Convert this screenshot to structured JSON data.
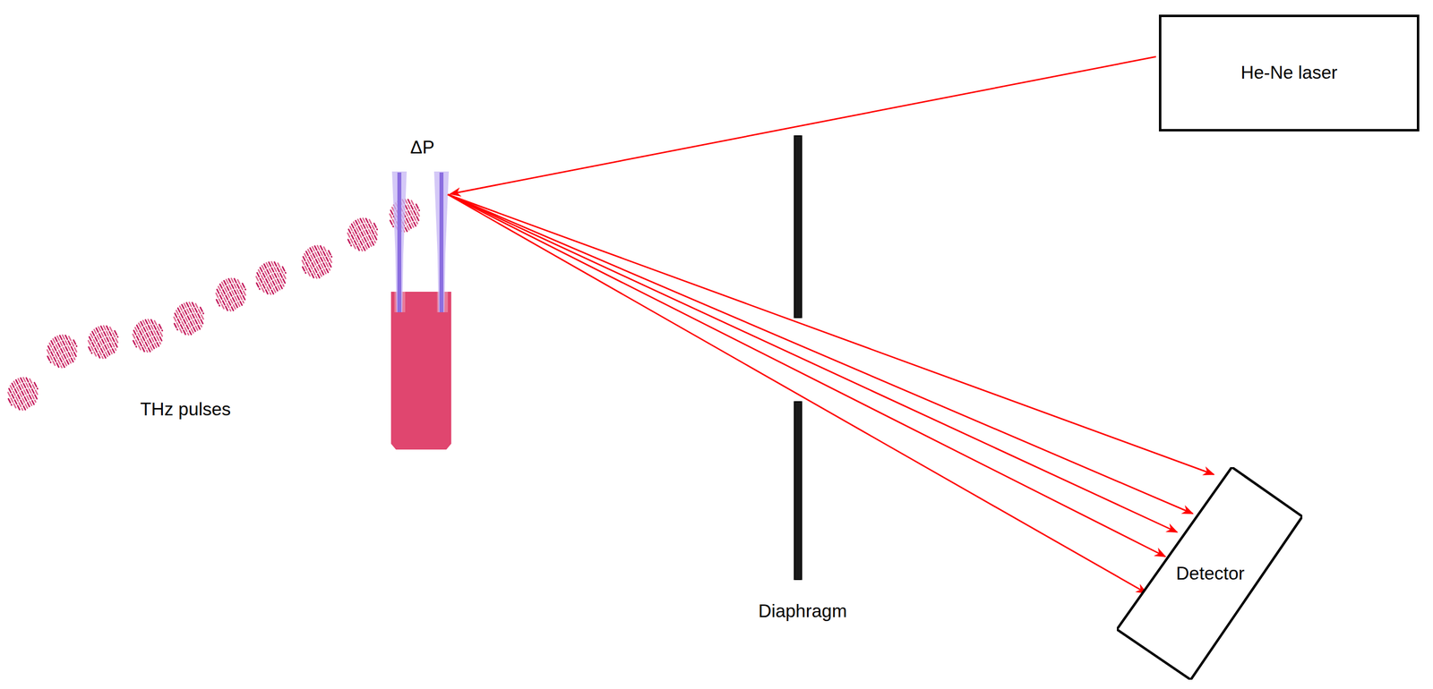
{
  "diagram": {
    "nodes": [
      {
        "text": [
          "He-Ne laser"
        ]
      },
      {
        "text": [
          "Detector"
        ]
      }
    ],
    "labels": [
      "ΔP",
      "THz pulses",
      "Diaphragm"
    ]
  }
}
